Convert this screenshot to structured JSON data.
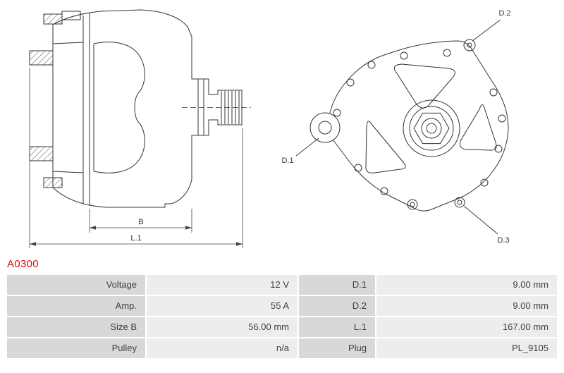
{
  "part": {
    "number": "A0300"
  },
  "colors": {
    "accent_red": "#e30613",
    "table_label_bg": "#d8d8d8",
    "table_value_bg": "#ededed",
    "drawing_line": "#333333"
  },
  "diagram": {
    "side_view_labels": {
      "b": "B",
      "l1": "L.1"
    },
    "rear_view_labels": {
      "d1": "D.1",
      "d2": "D.2",
      "d3": "D.3"
    }
  },
  "spec_table": {
    "rows": [
      {
        "label": "Voltage",
        "value": "12 V",
        "label2": "D.1",
        "value2": "9.00 mm"
      },
      {
        "label": "Amp.",
        "value": "55 A",
        "label2": "D.2",
        "value2": "9.00 mm"
      },
      {
        "label": "Size B",
        "value": "56.00 mm",
        "label2": "L.1",
        "value2": "167.00 mm"
      },
      {
        "label": "Pulley",
        "value": "n/a",
        "label2": "Plug",
        "value2": "PL_9105"
      }
    ]
  }
}
